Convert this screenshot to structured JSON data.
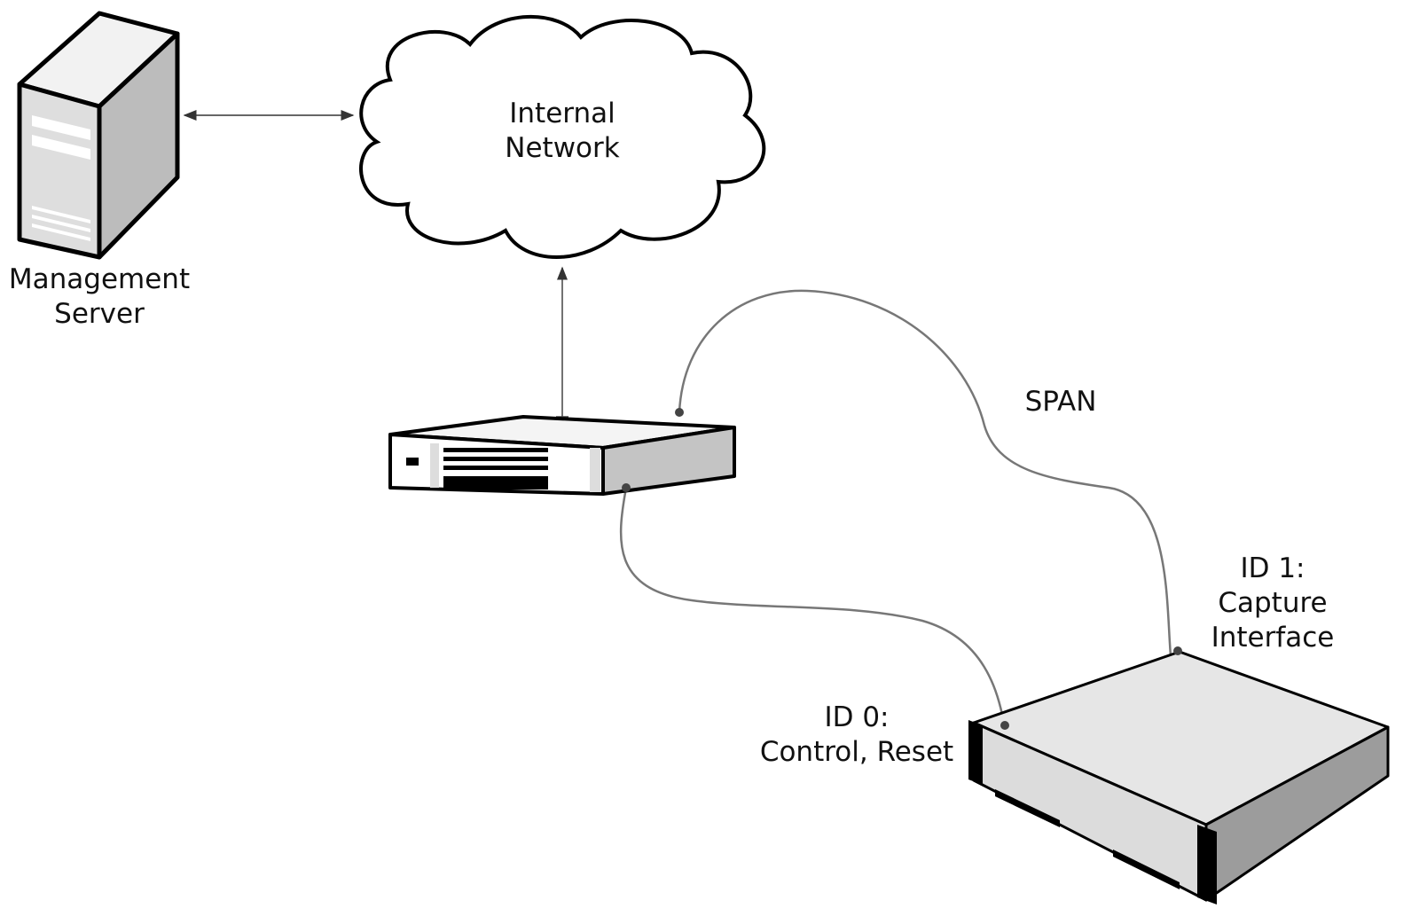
{
  "nodes": {
    "management_server": {
      "label_line1": "Management",
      "label_line2": "Server",
      "icon": "server-tower-icon"
    },
    "internal_network": {
      "label_line1": "Internal",
      "label_line2": "Network",
      "icon": "cloud-icon"
    },
    "switch": {
      "icon": "network-switch-icon"
    },
    "appliance": {
      "icon": "rack-appliance-icon"
    }
  },
  "links": {
    "span_label": "SPAN",
    "id1_line1": "ID 1:",
    "id1_line2": "Capture",
    "id1_line3": "Interface",
    "id0_line1": "ID 0:",
    "id0_line2": "Control, Reset"
  }
}
